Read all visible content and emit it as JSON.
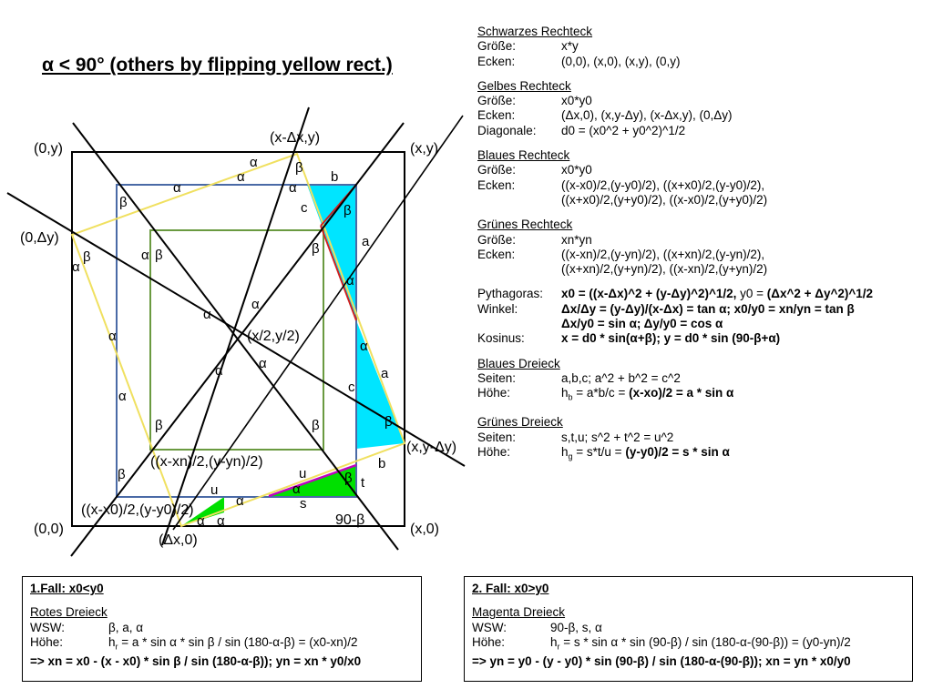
{
  "title": "α < 90° (others by flipping yellow rect.)",
  "colors": {
    "black": "#000000",
    "yellow": "#f0e060",
    "blue": "#4a6aa6",
    "green": "#6a9a40",
    "cyan": "#00e5ff",
    "red": "#d02020",
    "magenta": "#c000c0",
    "lime": "#00e000"
  },
  "diagram": {
    "corner_labels": {
      "origin": "(0,0)",
      "top_left": "(0,y)",
      "top_right": "(x,y)",
      "bottom_right": "(x,0)",
      "dx_top": "(x-Δx,y)",
      "dy_left": "(0,Δy)",
      "dx_bottom": "(Δx,0)",
      "dy_right": "(x,y-Δy)",
      "center": "(x/2,y/2)",
      "green_corner": "((x-xn)/2,(y-yn)/2)",
      "blue_corner": "((x-x0)/2,(y-y0)/2)"
    },
    "greek": {
      "alpha": "α",
      "beta": "β"
    },
    "side_labels": {
      "a": "a",
      "b": "b",
      "c": "c",
      "s": "s",
      "t": "t",
      "u": "u",
      "ninety_beta": "90-β"
    }
  },
  "info": {
    "schwarz": {
      "heading": "Schwarzes Rechteck",
      "k1": "Größe:",
      "v1": "x*y",
      "k2": "Ecken:",
      "v2": "(0,0), (x,0), (x,y), (0,y)"
    },
    "gelb": {
      "heading": "Gelbes Rechteck",
      "k1": "Größe:",
      "v1": "x0*y0",
      "k2": "Ecken:",
      "v2": "(Δx,0), (x,y-Δy), (x-Δx,y), (0,Δy)",
      "k3": "Diagonale:",
      "v3": "d0 = (x0^2 + y0^2)^1/2"
    },
    "blau": {
      "heading": "Blaues Rechteck",
      "k1": "Größe:",
      "v1": "x0*y0",
      "k2": "Ecken:",
      "v2": "((x-x0)/2,(y-y0)/2), ((x+x0)/2,(y-y0)/2),",
      "v2b": "((x+x0)/2,(y+y0)/2), ((x-x0)/2,(y+y0)/2)"
    },
    "gruen": {
      "heading": "Grünes Rechteck",
      "k1": "Größe:",
      "v1": "xn*yn",
      "k2": "Ecken:",
      "v2": "((x-xn)/2,(y-yn)/2), ((x+xn)/2,(y-yn)/2),",
      "v2b": "((x+xn)/2,(y+yn)/2), ((x-xn)/2,(y+yn)/2)"
    },
    "formeln": {
      "k1": "Pythagoras:",
      "v1a": "x0 = ((x-Δx)^2 + (y-Δy)^2)^1/2,",
      "v1b": " y0 = ",
      "v1c": "(Δx^2 + Δy^2)^1/2",
      "k2": "Winkel:",
      "v2": "Δx/Δy = (y-Δy)/(x-Δx) = tan α; x0/y0 = xn/yn = tan β",
      "v2b": "Δx/y0 = sin α; Δy/y0 = cos α",
      "k3": "Kosinus:",
      "v3": "x = d0 * sin(α+β); y = d0 * sin (90-β+α)"
    },
    "blaues_dreieck": {
      "heading": "Blaues Dreieck",
      "k1": "Seiten:",
      "v1": "a,b,c; a^2 + b^2 = c^2",
      "k2": "Höhe:",
      "v2a": "h",
      "v2sub": "b",
      "v2b": " = a*b/c = ",
      "v2c": "(x-xo)/2 = a * sin α"
    },
    "gruenes_dreieck": {
      "heading": "Grünes Dreieck",
      "k1": "Seiten:",
      "v1": "s,t,u; s^2 + t^2 = u^2",
      "k2": "Höhe:",
      "v2a": "h",
      "v2sub": "g",
      "v2b": " = s*t/u = ",
      "v2c": "(y-y0)/2 = s * sin α"
    }
  },
  "box1": {
    "title": "1.Fall: x0<y0",
    "heading": "Rotes Dreieck",
    "k1": "WSW:",
    "v1": "β, a, α",
    "k2": "Höhe:",
    "v2a": "h",
    "v2sub": "r",
    "v2b": " = a * sin α * sin β / sin (180-α-β) = (x0-xn)/2",
    "result": "=> xn = x0 - (x - x0) * sin β / sin (180-α-β)); yn = xn * y0/x0"
  },
  "box2": {
    "title": "2. Fall: x0>y0",
    "heading": "Magenta Dreieck",
    "k1": "WSW:",
    "v1": "90-β, s, α",
    "k2": "Höhe:",
    "v2a": "h",
    "v2sub": "r",
    "v2b": " = s * sin α * sin (90-β) / sin (180-α-(90-β)) = (y0-yn)/2",
    "result": "=> yn = y0 - (y - y0) * sin (90-β) / sin (180-α-(90-β)); xn = yn * x0/y0"
  }
}
